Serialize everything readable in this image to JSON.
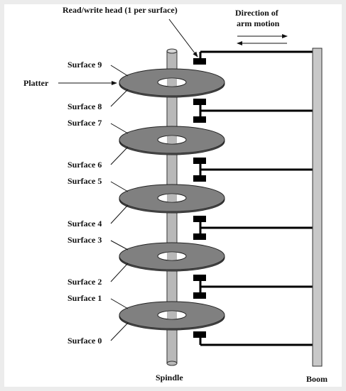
{
  "labels": {
    "head": "Read/write head (1 per surface)",
    "direction_line1": "Direction of",
    "direction_line2": "arm motion",
    "platter": "Platter",
    "spindle": "Spindle",
    "boom": "Boom"
  },
  "surfaces": [
    "Surface 9",
    "Surface 8",
    "Surface 7",
    "Surface 6",
    "Surface 5",
    "Surface 4",
    "Surface 3",
    "Surface 2",
    "Surface 1",
    "Surface 0"
  ],
  "platter_count": 5,
  "colors": {
    "platter": "#808080",
    "platter_stroke": "#222222",
    "spindle": "#b8b8b8",
    "boom": "#c8c8c8",
    "arm": "#000000",
    "text": "#111111"
  }
}
